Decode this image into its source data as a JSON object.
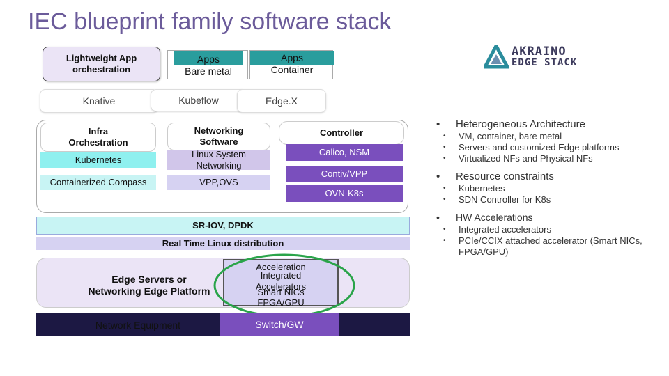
{
  "title": "IEC blueprint family software stack",
  "logo": {
    "line1": "AKRAINO",
    "line2": "EDGE STACK"
  },
  "top": {
    "lightweight": "Lightweight App orchestration",
    "apps_bare": "Apps\nBare metal",
    "apps_container": "Apps\nContainer",
    "knative": "Knative",
    "kubeflow": "Kubeflow",
    "edgex": "Edge.X"
  },
  "mid": {
    "infra": "Infra\nOrchestration",
    "kubernetes": "Kubernetes",
    "containerized": "Containerized Compass",
    "networking_sw": "Networking\nSoftware",
    "linux_sys": "Linux System\nNetworking",
    "vpp_ovs": "VPP,OVS",
    "controller": "Controller",
    "calico": "Calico, NSM",
    "contiv": "Contiv/VPP",
    "ovn": "OVN-K8s"
  },
  "lower": {
    "sriov": "SR-IOV, DPDK",
    "rt_linux": "Real Time Linux distribution",
    "edge_servers": "Edge Servers or\nNetworking Edge Platform",
    "acceleration": "Acceleration",
    "integrated": "Integrated\nAccelerators",
    "smart_nics": "Smart NICs",
    "fpga_gpu": "FPGA/GPU",
    "network_equipment": "Network Equipment",
    "switch_gw": "Switch/GW"
  },
  "bullet_list": [
    {
      "text": "Heterogeneous Architecture",
      "sub": [
        "VM, container, bare metal",
        "Servers and customized Edge platforms",
        "Virtualized NFs and Physical NFs"
      ]
    },
    {
      "text": "Resource constraints",
      "sub": [
        "Kubernetes",
        "SDN Controller for K8s"
      ]
    },
    {
      "text": "HW Accelerations",
      "sub": [
        "Integrated accelerators",
        "PCIe/CCIX attached accelerator (Smart NICs, FPGA/GPU)"
      ]
    }
  ],
  "bullet_glyph": "•",
  "colors": {
    "title": "#6b5b9a",
    "teal": "#2a9d9d",
    "aqua": "#8ff0ef",
    "light_cyan": "#c8f4f4",
    "lavender": "#b9a8dc",
    "light_lavender": "#d6d2f2",
    "pale_lavender": "#ebe4f6",
    "purple": "#7a4fbd",
    "dark_navy": "#1c1843",
    "green_ellipse": "#2aa44a"
  }
}
